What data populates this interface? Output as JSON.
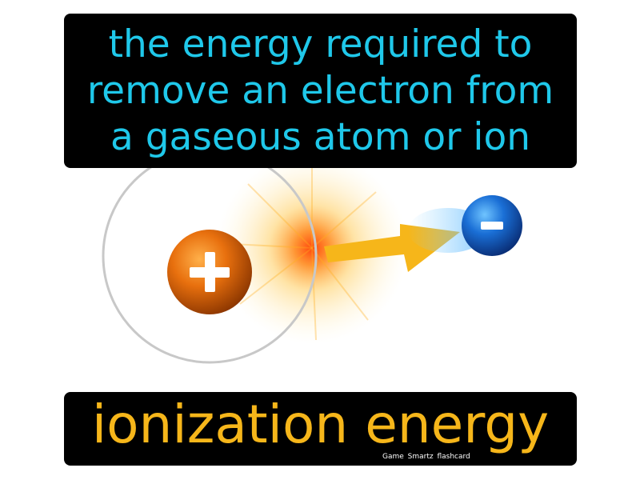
{
  "definition": {
    "lines": [
      "the energy required to",
      "remove an electron from",
      "a gaseous atom or ion"
    ]
  },
  "term": "ionization energy",
  "credit": "Game Smartz flashcard",
  "illustration": {
    "nucleus_symbol": "+",
    "electron_symbol": "−"
  },
  "colors": {
    "definition_text": "#1fc8ea",
    "term_text": "#f6b61a",
    "box_background": "#000000",
    "nucleus": "#e06a10",
    "electron": "#1a6fd6",
    "arrow": "#f6b61a"
  }
}
